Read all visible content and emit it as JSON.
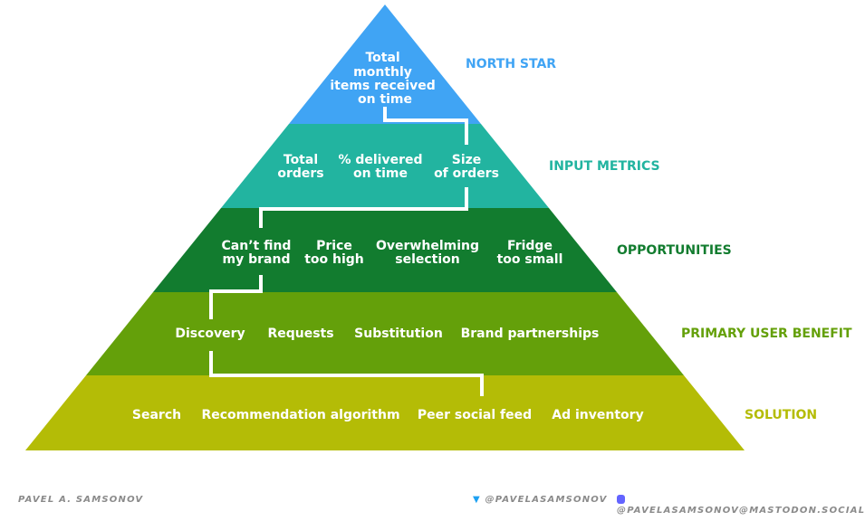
{
  "colors": {
    "north_star": "#40a4f4",
    "input_metrics": "#22b4a0",
    "opportunities": "#127c2f",
    "primary_user_benefit": "#64a00a",
    "solution": "#b4bc06"
  },
  "tiers": {
    "north_star": {
      "label": "NORTH STAR",
      "items": [
        [
          "Total",
          "monthly",
          "items received",
          "on time"
        ]
      ]
    },
    "input_metrics": {
      "label": "INPUT METRICS",
      "items": [
        [
          "Total",
          "orders"
        ],
        [
          "% delivered",
          "on time"
        ],
        [
          "Size",
          "of orders"
        ]
      ]
    },
    "opportunities": {
      "label": "OPPORTUNITIES",
      "items": [
        [
          "Can’t find",
          "my brand"
        ],
        [
          "Price",
          "too high"
        ],
        [
          "Overwhelming",
          "selection"
        ],
        [
          "Fridge",
          "too small"
        ]
      ]
    },
    "primary_user_benefit": {
      "label": "PRIMARY USER BENEFIT",
      "items": [
        "Discovery",
        "Requests",
        "Substitution",
        "Brand partnerships"
      ]
    },
    "solution": {
      "label": "SOLUTION",
      "items": [
        "Search",
        "Recommendation algorithm",
        "Peer social feed",
        "Ad inventory"
      ]
    }
  },
  "footer": {
    "author": "PAVEL A. SAMSONOV",
    "twitter": "@PAVELASAMSONOV",
    "twitter_icon": "twitter-bird-icon",
    "mastodon": "@PAVELASAMSONOV@MASTODON.SOCIAL",
    "mastodon_icon": "mastodon-icon"
  }
}
